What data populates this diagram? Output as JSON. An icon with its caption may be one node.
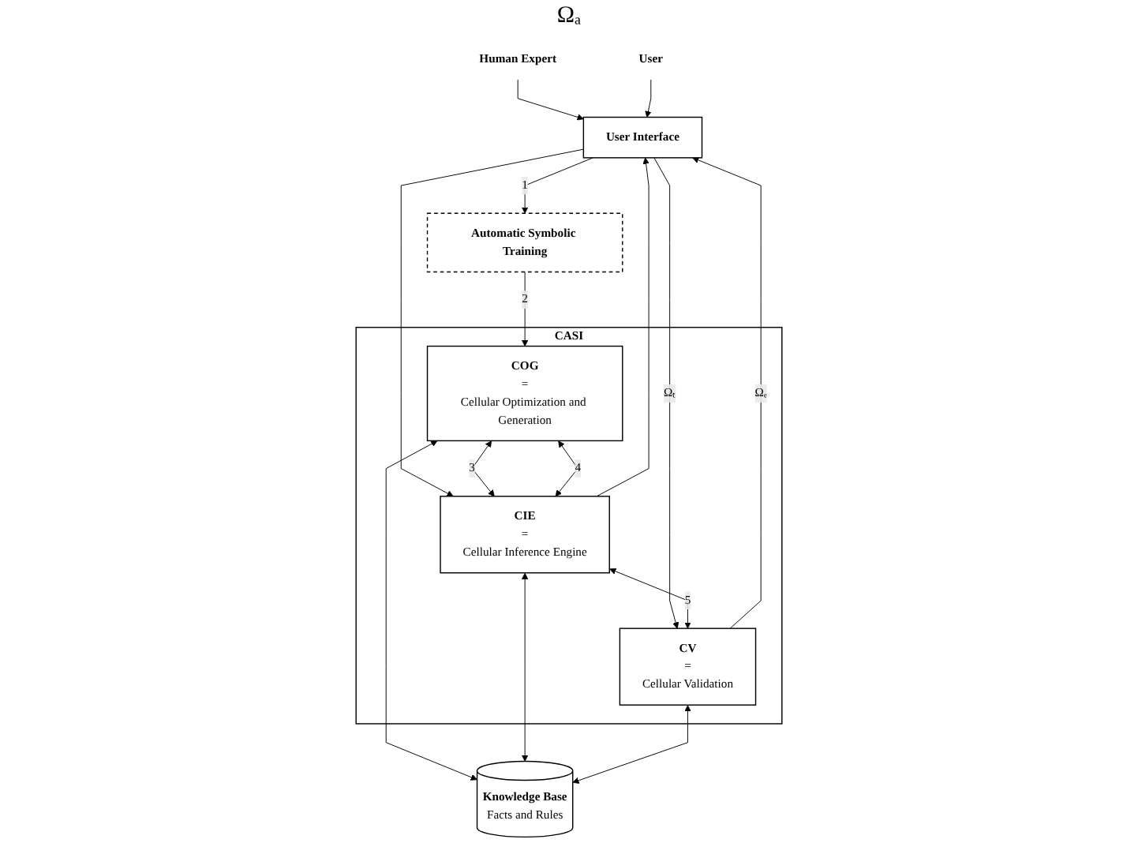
{
  "diagram": {
    "nodes": [
      {
        "text": [
          "Human Expert"
        ]
      },
      {
        "text": [
          "User"
        ]
      },
      {
        "text": [
          "User Interface"
        ]
      },
      {
        "text": [
          "Automatic Symbolic Training"
        ]
      },
      {
        "text": [
          "CASI"
        ]
      },
      {
        "text": [
          "COG",
          "=",
          "Cellular Optimization and Generation"
        ],
        "in": 4
      },
      {
        "text": [
          "CIE",
          "=",
          "Cellular Inference Engine"
        ],
        "in": 4
      },
      {
        "text": [
          "CV",
          "=",
          "Cellular Validation"
        ],
        "in": 4
      },
      {
        "text": [
          "Knowledge Base",
          "Facts and Rules"
        ]
      }
    ],
    "edges": [
      {
        "from": 0,
        "to": 2,
        "arrow": "to"
      },
      {
        "from": 1,
        "to": 2,
        "arrow": "to"
      },
      {
        "from": 2,
        "to": 3,
        "arrow": "to",
        "label": "1"
      },
      {
        "from": 3,
        "to": 5,
        "arrow": "to",
        "label": "2"
      },
      {
        "from": 2,
        "to": 6,
        "arrow": "to"
      },
      {
        "from": 6,
        "to": 2,
        "arrow": "to"
      },
      {
        "from": 2,
        "to": 7,
        "arrow": "to",
        "label": "Ωₜ"
      },
      {
        "from": 7,
        "to": 2,
        "arrow": "to",
        "label": "Ωₑ"
      },
      {
        "from": 5,
        "to": 6,
        "arrow": "both",
        "label": "3"
      },
      {
        "from": 5,
        "to": 6,
        "arrow": "both",
        "label": "4"
      },
      {
        "from": 6,
        "to": 7,
        "arrow": "both",
        "label": "5"
      },
      {
        "from": 5,
        "to": 8,
        "arrow": "both"
      },
      {
        "from": 6,
        "to": 8,
        "arrow": "both"
      },
      {
        "from": 7,
        "to": 8,
        "arrow": "both"
      }
    ],
    "labels": [
      "Ωₐ"
    ]
  }
}
